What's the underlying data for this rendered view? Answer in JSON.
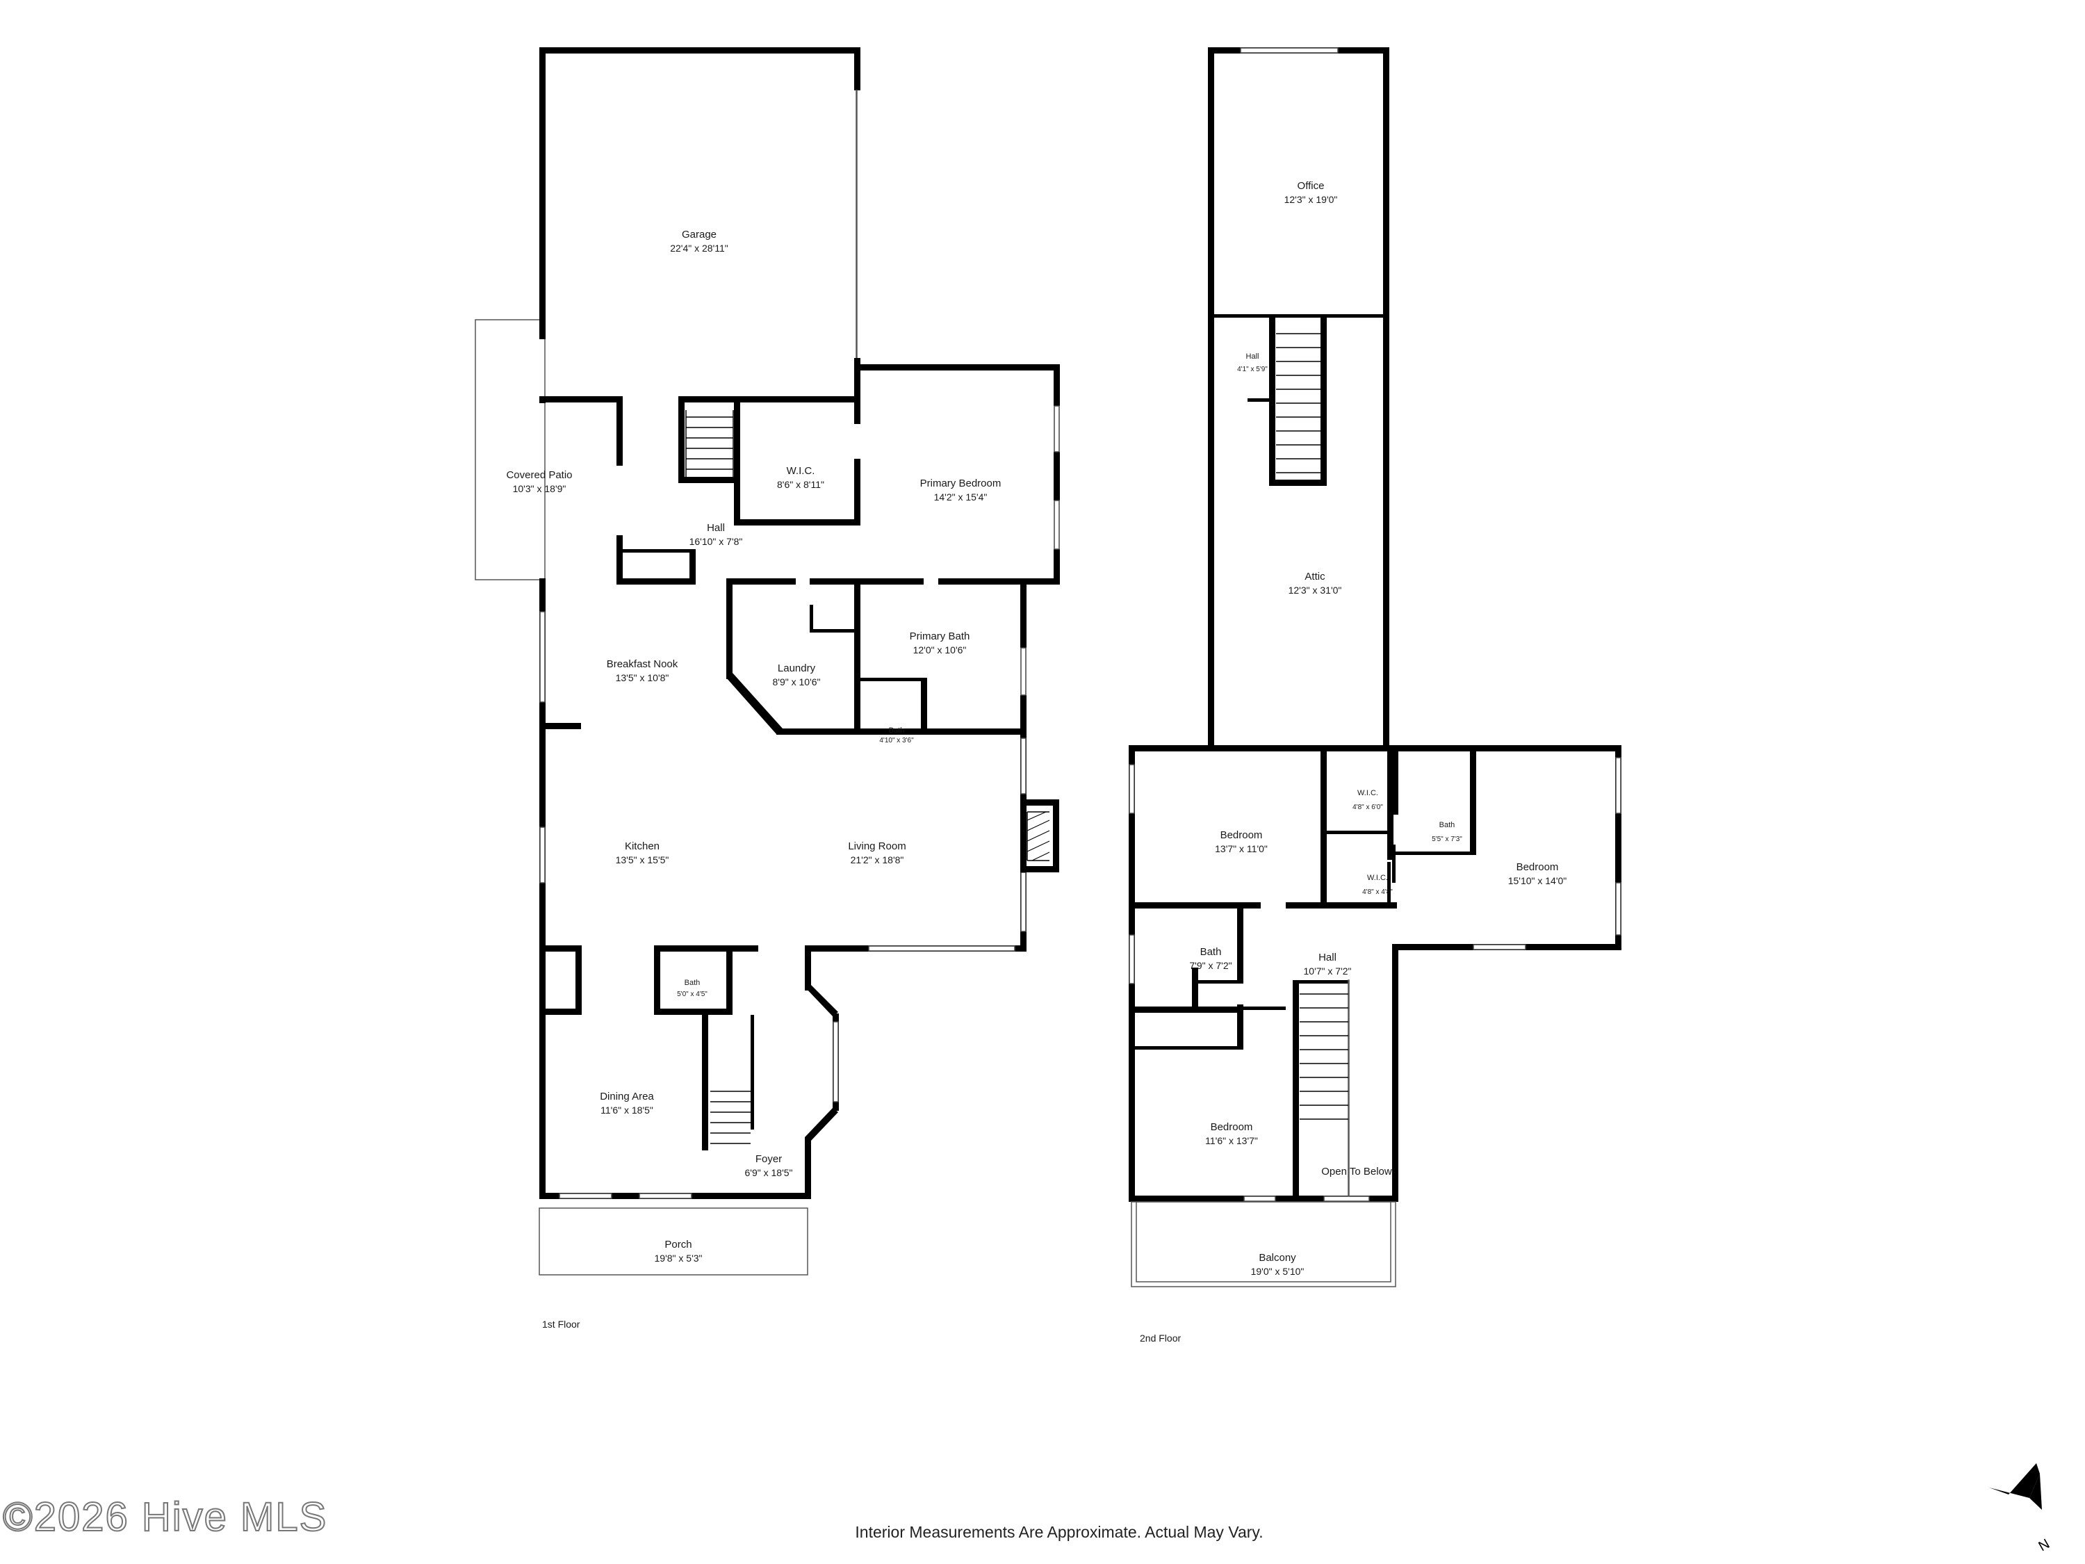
{
  "floors": [
    {
      "label": "1st Floor",
      "rooms": [
        {
          "id": "garage",
          "name": "Garage",
          "dims": "22'4\" x 28'11\""
        },
        {
          "id": "covered-patio",
          "name": "Covered Patio",
          "dims": "10'3\" x 18'9\""
        },
        {
          "id": "wic",
          "name": "W.I.C.",
          "dims": "8'6\" x 8'11\""
        },
        {
          "id": "primary-bedroom",
          "name": "Primary Bedroom",
          "dims": "14'2\" x 15'4\""
        },
        {
          "id": "hall",
          "name": "Hall",
          "dims": "16'10\" x 7'8\""
        },
        {
          "id": "breakfast-nook",
          "name": "Breakfast Nook",
          "dims": "13'5\" x 10'8\""
        },
        {
          "id": "laundry",
          "name": "Laundry",
          "dims": "8'9\" x 10'6\""
        },
        {
          "id": "primary-bath",
          "name": "Primary Bath",
          "dims": "12'0\" x 10'6\""
        },
        {
          "id": "bath-small",
          "name": "Bath",
          "dims": "4'10\" x 3'6\""
        },
        {
          "id": "kitchen",
          "name": "Kitchen",
          "dims": "13'5\" x 15'5\""
        },
        {
          "id": "living-room",
          "name": "Living Room",
          "dims": "21'2\" x 18'8\""
        },
        {
          "id": "bath-half",
          "name": "Bath",
          "dims": "5'0\" x 4'5\""
        },
        {
          "id": "dining-area",
          "name": "Dining Area",
          "dims": "11'6\" x 18'5\""
        },
        {
          "id": "foyer",
          "name": "Foyer",
          "dims": "6'9\" x 18'5\""
        },
        {
          "id": "porch",
          "name": "Porch",
          "dims": "19'8\" x 5'3\""
        }
      ]
    },
    {
      "label": "2nd Floor",
      "rooms": [
        {
          "id": "office",
          "name": "Office",
          "dims": "12'3\" x 19'0\""
        },
        {
          "id": "hall-upper",
          "name": "Hall",
          "dims": "4'1\" x 5'9\""
        },
        {
          "id": "attic",
          "name": "Attic",
          "dims": "12'3\" x 31'0\""
        },
        {
          "id": "bedroom-a",
          "name": "Bedroom",
          "dims": "13'7\" x 11'0\""
        },
        {
          "id": "wic-a",
          "name": "W.I.C.",
          "dims": "4'8\" x 6'0\""
        },
        {
          "id": "bath-b",
          "name": "Bath",
          "dims": "5'5\" x 7'3\""
        },
        {
          "id": "wic-b",
          "name": "W.I.C.",
          "dims": "4'8\" x 4'8\""
        },
        {
          "id": "bedroom-b",
          "name": "Bedroom",
          "dims": "15'10\" x 14'0\""
        },
        {
          "id": "bath-c",
          "name": "Bath",
          "dims": "7'9\" x 7'2\""
        },
        {
          "id": "hall-2",
          "name": "Hall",
          "dims": "10'7\" x 7'2\""
        },
        {
          "id": "bedroom-c",
          "name": "Bedroom",
          "dims": "11'6\" x 13'7\""
        },
        {
          "id": "open-to-below",
          "name": "Open To Below",
          "dims": ""
        },
        {
          "id": "balcony",
          "name": "Balcony",
          "dims": "19'0\" x 5'10\""
        }
      ]
    }
  ],
  "footer": {
    "disclaimer": "Interior Measurements Are Approximate. Actual May Vary.",
    "watermark": "©2026 Hive MLS"
  },
  "compass": {
    "letter": "N",
    "icon": "north-arrow-icon"
  },
  "colors": {
    "wall": "#000000",
    "background": "#ffffff",
    "text": "#1a1a1a"
  }
}
